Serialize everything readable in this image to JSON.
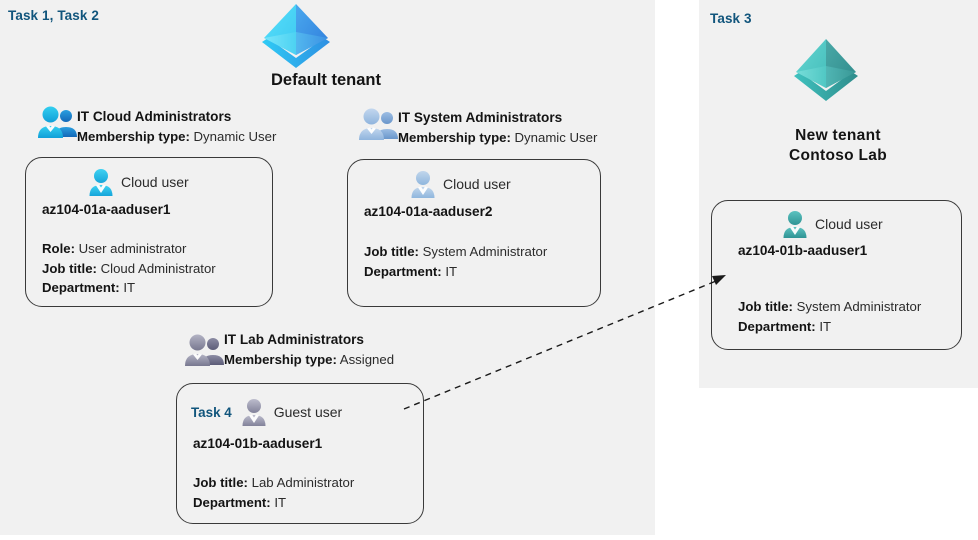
{
  "panels": {
    "left": {
      "task_label": "Task 1, Task 2"
    },
    "right": {
      "task_label": "Task 3"
    }
  },
  "tenants": [
    {
      "id": "default-tenant",
      "icon": "azure-ad-tenant-icon",
      "title": "Default tenant",
      "colors": {
        "left_face": "#4fd7f3",
        "right_face": "#3e8fe0",
        "base": "#2bb8ef"
      }
    },
    {
      "id": "new-tenant",
      "icon": "azure-ad-tenant-icon",
      "title": "New  tenant\nContoso Lab",
      "title_line1": "New  tenant",
      "title_line2": "Contoso Lab",
      "colors": {
        "left_face": "#4ec8c8",
        "right_face": "#3a9b9b",
        "base": "#37a9a9"
      }
    }
  ],
  "groups": [
    {
      "id": "it-cloud-administrators",
      "icon": "group-users-icon",
      "name": "IT Cloud Administrators",
      "membership_label": "Membership type:",
      "membership_value": "Dynamic User",
      "icon_color": "#22b6e8"
    },
    {
      "id": "it-system-administrators",
      "icon": "group-users-icon",
      "name": "IT System Administrators",
      "membership_label": "Membership type:",
      "membership_value": "Dynamic User",
      "icon_color": "#9dbbdd"
    },
    {
      "id": "it-lab-administrators",
      "icon": "group-users-icon",
      "name": "IT Lab Administrators",
      "membership_label": "Membership type:",
      "membership_value": "Assigned",
      "icon_color": "#8f8fa8"
    }
  ],
  "cards": [
    {
      "id": "card-aaduser1-cloud",
      "task_tag": "",
      "user_type": "Cloud user",
      "icon": "cloud-user-icon",
      "icon_color": "#29bdec",
      "name": "az104-01a-aaduser1",
      "attrs": [
        {
          "label": "Role:",
          "value": "User administrator"
        },
        {
          "label": "Job title:",
          "value": "Cloud Administrator"
        },
        {
          "label": "Department:",
          "value": "IT"
        }
      ]
    },
    {
      "id": "card-aaduser2-cloud",
      "task_tag": "",
      "user_type": "Cloud user",
      "icon": "cloud-user-icon",
      "icon_color": "#a7c4e2",
      "name": "az104-01a-aaduser2",
      "attrs": [
        {
          "label": "Job title:",
          "value": "System Administrator"
        },
        {
          "label": "Department:",
          "value": "IT"
        }
      ]
    },
    {
      "id": "card-aaduser1-guest",
      "task_tag": "Task 4",
      "user_type": "Guest user",
      "icon": "guest-user-icon",
      "icon_color": "#9a9aae",
      "name": "az104-01b-aaduser1",
      "attrs": [
        {
          "label": "Job title:",
          "value": "Lab Administrator"
        },
        {
          "label": "Department:",
          "value": "IT"
        }
      ]
    },
    {
      "id": "card-aaduser1-newtenant",
      "task_tag": "",
      "user_type": "Cloud user",
      "icon": "cloud-user-icon",
      "icon_color": "#3aa8a8",
      "name": "az104-01b-aaduser1",
      "attrs": [
        {
          "label": "Job title:",
          "value": "System Administrator"
        },
        {
          "label": "Department:",
          "value": "IT"
        }
      ]
    }
  ],
  "connector": {
    "id": "guest-to-new-tenant-connector",
    "style": "dashed-arrow",
    "color": "#1a1a1a"
  },
  "palette": {
    "panel_bg": "#f1f1f1",
    "page_bg": "#ffffff",
    "task_accent": "#11557c",
    "text": "#141414",
    "text_muted": "#2b2b2b",
    "card_border": "#3a3a3a"
  }
}
